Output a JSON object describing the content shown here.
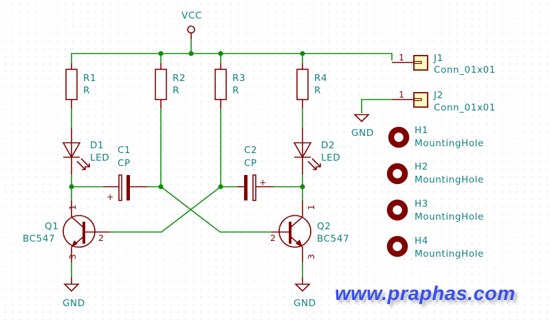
{
  "colors": {
    "wire": "#0f8d0f",
    "component": "#800000",
    "label": "#108080",
    "connector_fill": "#fffbc2",
    "watermark": "#3a4ef0",
    "grid_dot": "#c8c8c8"
  },
  "power": {
    "vcc": "VCC",
    "gnd_q1": "GND",
    "gnd_q2": "GND",
    "gnd_j2": "GND"
  },
  "resistors": [
    {
      "ref": "R1",
      "value": "R"
    },
    {
      "ref": "R2",
      "value": "R"
    },
    {
      "ref": "R3",
      "value": "R"
    },
    {
      "ref": "R4",
      "value": "R"
    }
  ],
  "leds": [
    {
      "ref": "D1",
      "value": "LED"
    },
    {
      "ref": "D2",
      "value": "LED"
    }
  ],
  "capacitors": [
    {
      "ref": "C1",
      "value": "CP",
      "plus": "+"
    },
    {
      "ref": "C2",
      "value": "CP",
      "plus": "+"
    }
  ],
  "transistors": [
    {
      "ref": "Q1",
      "value": "BC547",
      "pin1": "1",
      "pin2": "2",
      "pin3": "3"
    },
    {
      "ref": "Q2",
      "value": "BC547",
      "pin1": "1",
      "pin2": "2",
      "pin3": "3"
    }
  ],
  "connectors": [
    {
      "ref": "J1",
      "value": "Conn_01x01",
      "pin": "1"
    },
    {
      "ref": "J2",
      "value": "Conn_01x01",
      "pin": "1"
    }
  ],
  "mounting_holes": [
    {
      "ref": "H1",
      "value": "MountingHole"
    },
    {
      "ref": "H2",
      "value": "MountingHole"
    },
    {
      "ref": "H3",
      "value": "MountingHole"
    },
    {
      "ref": "H4",
      "value": "MountingHole"
    }
  ],
  "watermark": "www.praphas.com"
}
